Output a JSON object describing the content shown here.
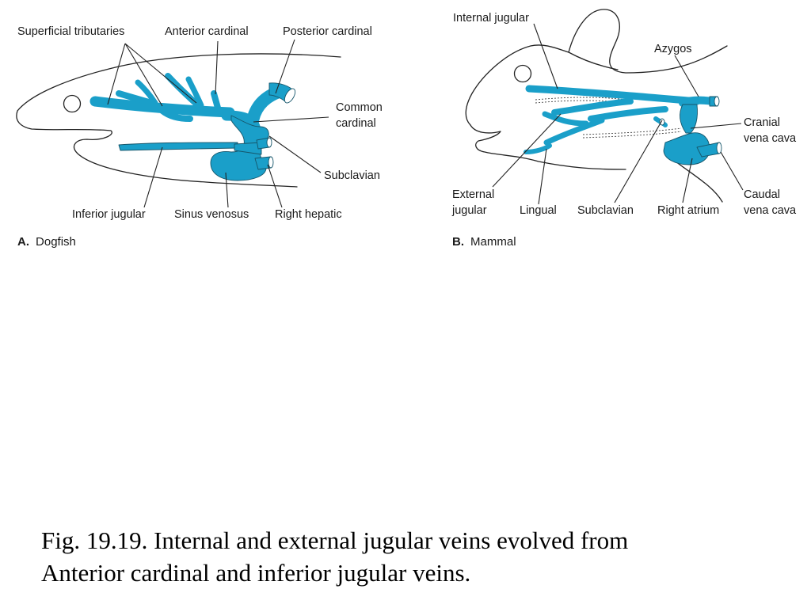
{
  "panel_a": {
    "letter": "A.",
    "name": "Dogfish",
    "labels": {
      "superficial_tributaries": "Superficial tributaries",
      "anterior_cardinal": "Anterior cardinal",
      "posterior_cardinal": "Posterior cardinal",
      "common_cardinal_1": "Common",
      "common_cardinal_2": "cardinal",
      "subclavian": "Subclavian",
      "inferior_jugular": "Inferior jugular",
      "sinus_venosus": "Sinus venosus",
      "right_hepatic": "Right hepatic"
    }
  },
  "panel_b": {
    "letter": "B.",
    "name": "Mammal",
    "labels": {
      "internal_jugular": "Internal jugular",
      "azygos": "Azygos",
      "cranial_vena_cava_1": "Cranial",
      "cranial_vena_cava_2": "vena cava",
      "external_jugular_1": "External",
      "external_jugular_2": "jugular",
      "lingual": "Lingual",
      "subclavian": "Subclavian",
      "right_atrium": "Right atrium",
      "caudal_vena_cava_1": "Caudal",
      "caudal_vena_cava_2": "vena cava"
    }
  },
  "colors": {
    "vein": "#1a9fc9"
  },
  "caption": {
    "line1": "Fig. 19.19. Internal and external jugular veins evolved from",
    "line2": "Anterior cardinal and inferior jugular veins."
  }
}
